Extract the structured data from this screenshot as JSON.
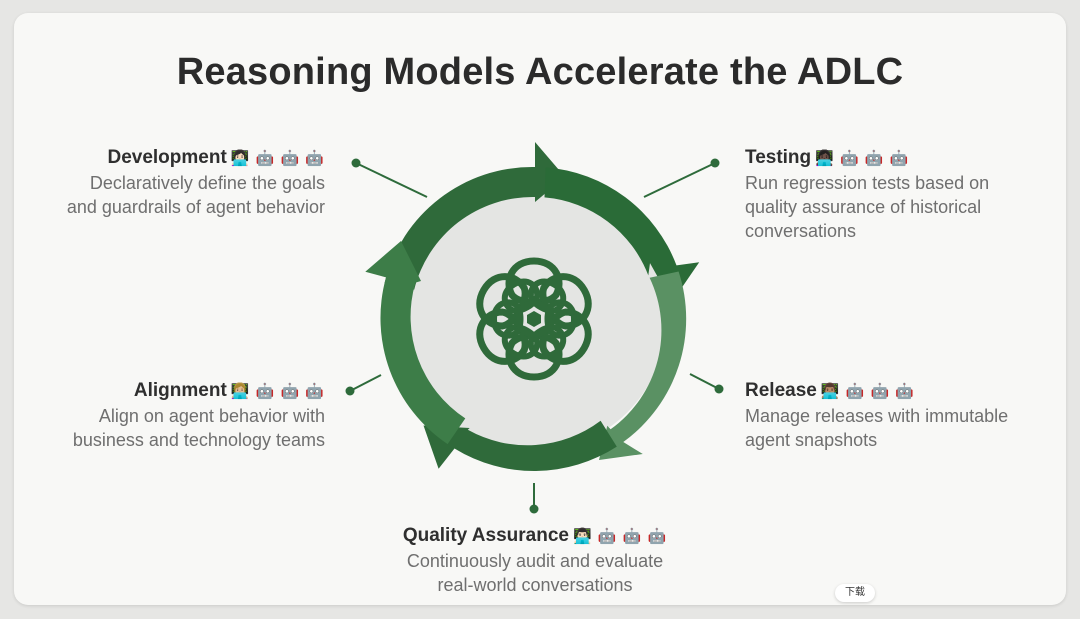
{
  "title": "Reasoning Models Accelerate the ADLC",
  "colors": {
    "dark_green": "#2e6b3b",
    "mid_green": "#3d7d48",
    "light_green": "#5a9163",
    "inner_circle": "#e4e5e3",
    "logo_green": "#2f6a3a"
  },
  "stages": {
    "development": {
      "name": "Development",
      "emoji": "👩🏻‍💻 🤖 🤖 🤖",
      "desc_lines": [
        "Declaratively define the goals",
        "and guardrails of agent behavior"
      ]
    },
    "testing": {
      "name": "Testing",
      "emoji": "👩🏿‍💻 🤖 🤖 🤖",
      "desc_lines": [
        "Run regression tests based on",
        "quality assurance of historical",
        "conversations"
      ]
    },
    "release": {
      "name": "Release",
      "emoji": "👨🏽‍💻 🤖 🤖 🤖",
      "desc_lines": [
        "Manage releases with immutable",
        "agent snapshots"
      ]
    },
    "quality": {
      "name": "Quality Assurance",
      "emoji": "👨🏻‍💻 🤖 🤖 🤖",
      "desc_lines": [
        "Continuously audit and evaluate",
        "real-world conversations"
      ]
    },
    "alignment": {
      "name": "Alignment",
      "emoji": "👩🏼‍💻 🤖 🤖 🤖",
      "desc_lines": [
        "Align on agent behavior with",
        "business and technology teams"
      ]
    }
  },
  "badge": "下载"
}
